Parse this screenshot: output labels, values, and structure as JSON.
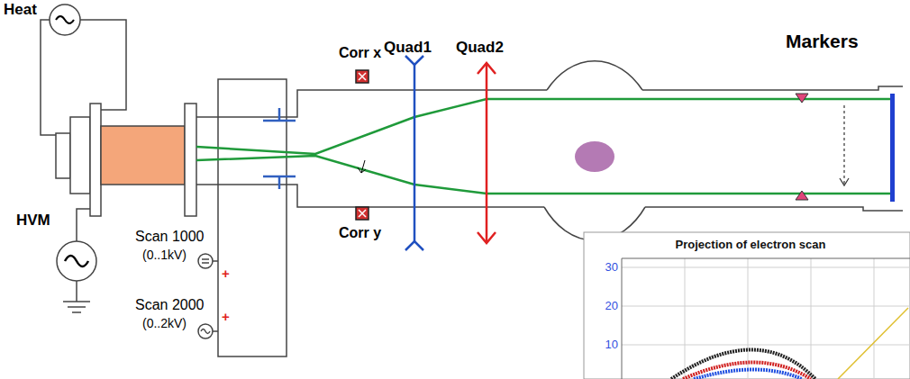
{
  "diagram": {
    "nodes": [
      {
        "text": [
          "Projection of electron scan"
        ]
      }
    ],
    "labels": [
      "Heat",
      "HVM",
      "Scan 1000",
      "(0..1kV)",
      "+",
      "Scan 2000",
      "(0..2kV)",
      "+",
      "Corr x",
      "Corr y",
      "Quad1",
      "Quad2",
      "Markers",
      "30",
      "20",
      "10"
    ]
  }
}
